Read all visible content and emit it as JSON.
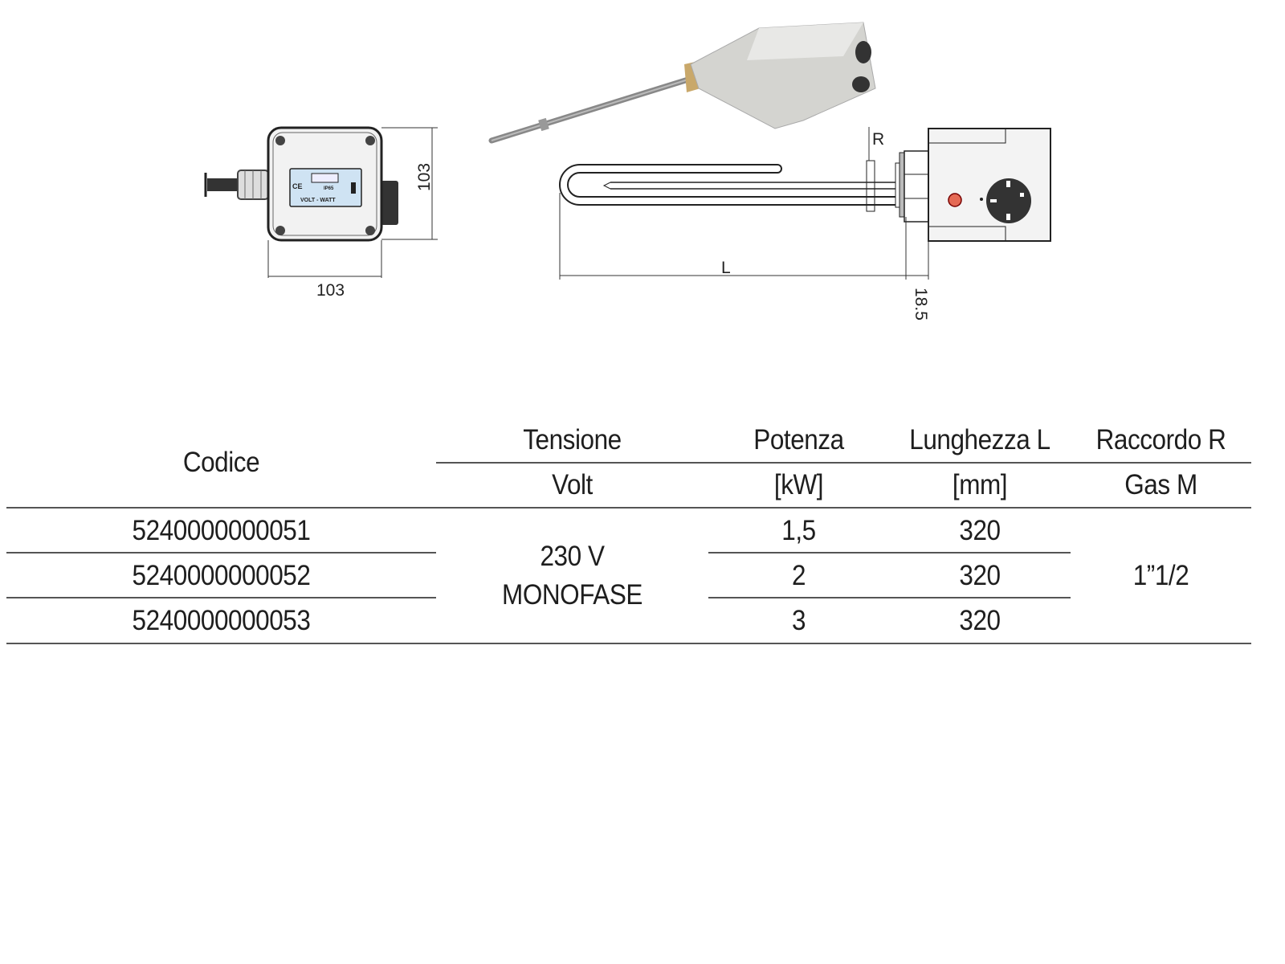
{
  "drawings": {
    "control_box": {
      "width_label": "103",
      "height_label": "103",
      "label_mark": "CE",
      "label_rating": "IP65",
      "label_text": "VOLT - WATT"
    },
    "heater": {
      "length_label": "L",
      "fitting_label": "R",
      "flange_label": "18.5"
    }
  },
  "table": {
    "headers": {
      "code": "Codice",
      "voltage_top": "Tensione",
      "voltage_sub": "Volt",
      "power_top": "Potenza",
      "power_sub": "[kW]",
      "length_top": "Lunghezza L",
      "length_sub": "[mm]",
      "fitting_top": "Raccordo R",
      "fitting_sub": "Gas M"
    },
    "voltage_line1": "230 V",
    "voltage_line2": "MONOFASE",
    "fitting": "1”1/2",
    "rows": [
      {
        "code": "5240000000051",
        "power": "1,5",
        "length": "320"
      },
      {
        "code": "5240000000052",
        "power": "2",
        "length": "320"
      },
      {
        "code": "5240000000053",
        "power": "3",
        "length": "320"
      }
    ]
  }
}
